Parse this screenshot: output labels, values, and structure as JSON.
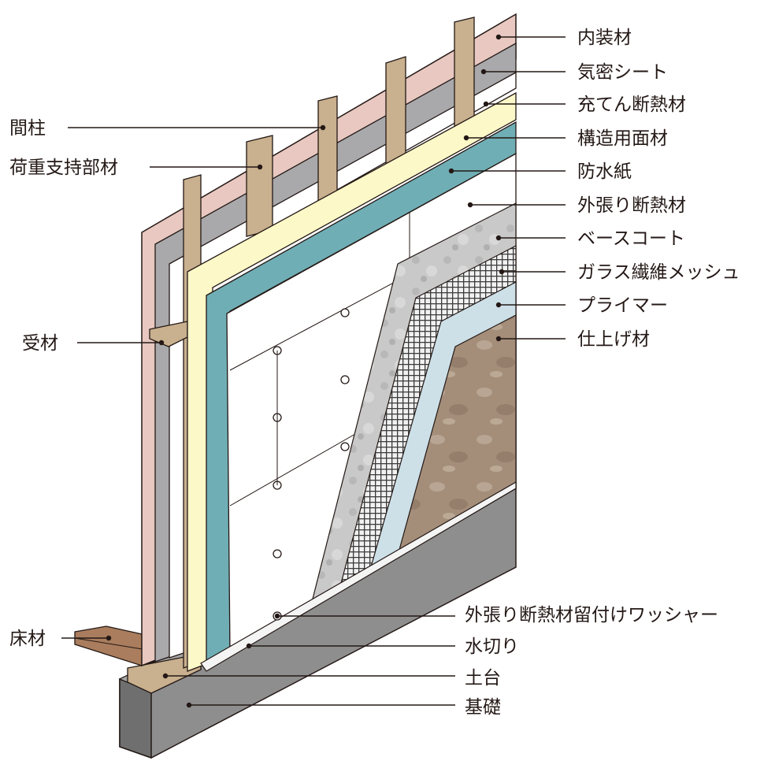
{
  "labels_right": [
    {
      "id": "interior-finish",
      "text": "内装材"
    },
    {
      "id": "airtight-sheet",
      "text": "気密シート"
    },
    {
      "id": "cavity-insulation",
      "text": "充てん断熱材"
    },
    {
      "id": "structural-panel",
      "text": "構造用面材"
    },
    {
      "id": "waterproof-paper",
      "text": "防水紙"
    },
    {
      "id": "exterior-insulation",
      "text": "外張り断熱材"
    },
    {
      "id": "base-coat",
      "text": "ベースコート"
    },
    {
      "id": "glass-fiber-mesh",
      "text": "ガラス繊維メッシュ"
    },
    {
      "id": "primer",
      "text": "プライマー"
    },
    {
      "id": "finish-coat",
      "text": "仕上げ材"
    }
  ],
  "labels_left": [
    {
      "id": "stud",
      "text": "間柱"
    },
    {
      "id": "load-bearing-member",
      "text": "荷重支持部材"
    },
    {
      "id": "support-member",
      "text": "受材"
    },
    {
      "id": "floor-material",
      "text": "床材"
    }
  ],
  "labels_bottom": [
    {
      "id": "insulation-washer",
      "text": "外張り断熱材留付けワッシャー"
    },
    {
      "id": "flashing",
      "text": "水切り"
    },
    {
      "id": "sill-plate",
      "text": "土台"
    },
    {
      "id": "foundation",
      "text": "基礎"
    }
  ],
  "colors": {
    "interior": "#e8c8c0",
    "airtight": "#a9a9ab",
    "insulation": "#ffffff",
    "structural": "#fdf8c8",
    "waterproof": "#70aeb5",
    "basecoat": "#c8c8c8",
    "mesh": "#3a3a3a",
    "primer": "#cde0e8",
    "finish": "#a58f7c",
    "wood": "#c9b08e",
    "floor": "#a97d5d",
    "foundation": "#8f8f8f",
    "line": "#231815"
  }
}
